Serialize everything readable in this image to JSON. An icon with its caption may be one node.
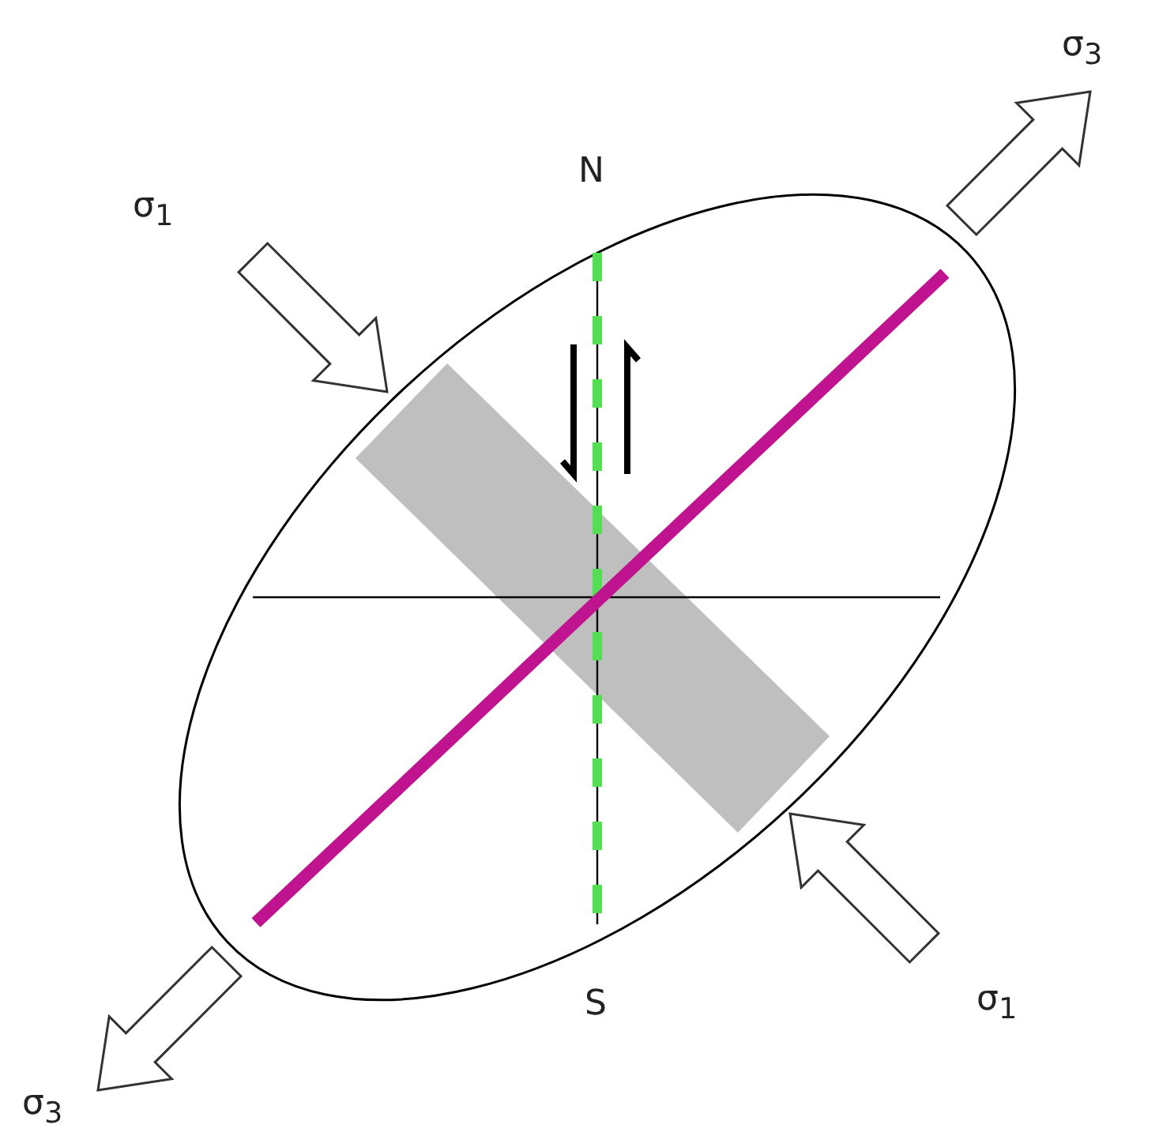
{
  "diagram": {
    "labels": [
      "σ$_{3}$",
      "N",
      "σ$_{1}$",
      "σ$_{1}$",
      "S",
      "σ$_{3}$"
    ]
  }
}
